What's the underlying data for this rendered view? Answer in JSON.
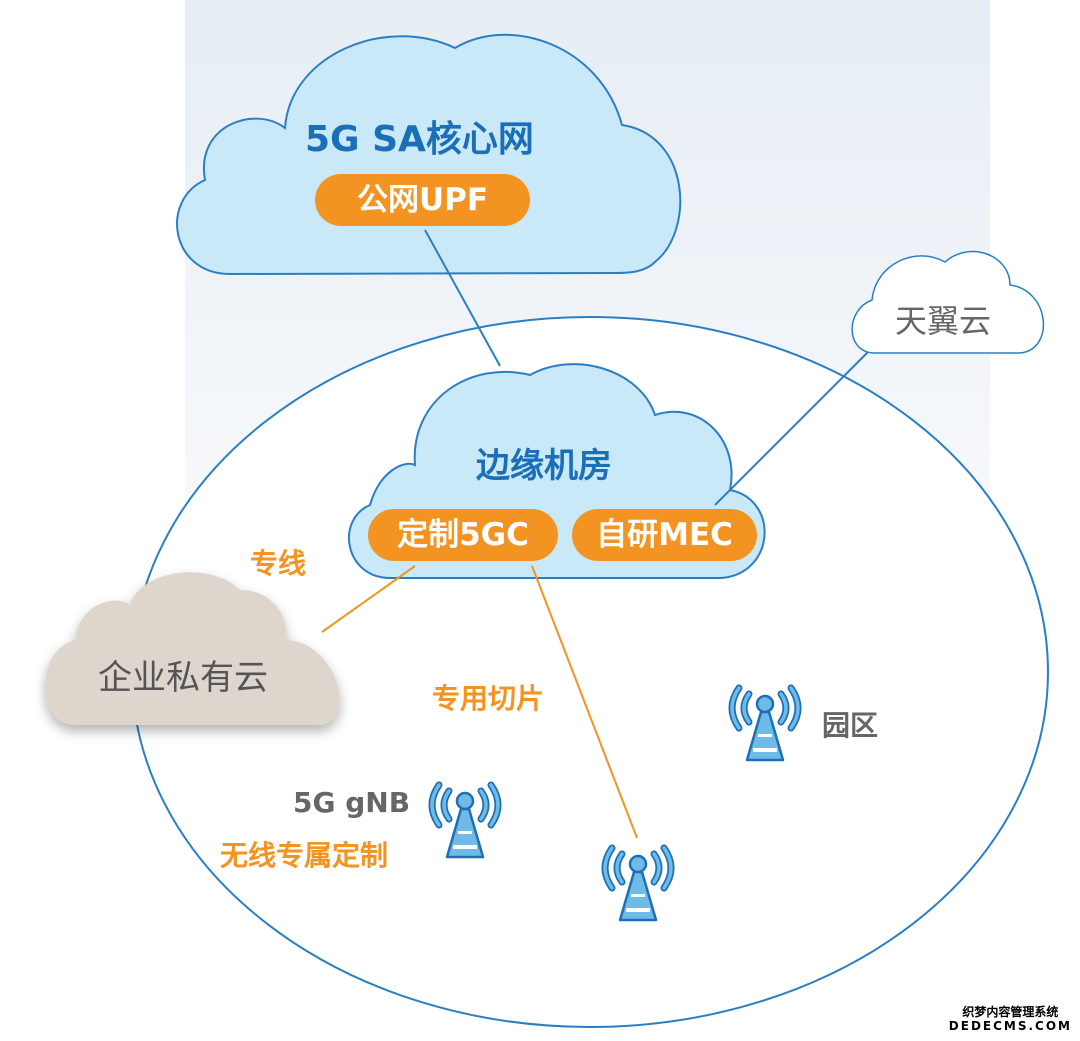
{
  "core_cloud": {
    "title": "5G SA核心网",
    "upf": "公网UPF"
  },
  "edge_cloud": {
    "title": "边缘机房",
    "core5gc": "定制5GC",
    "mec": "自研MEC"
  },
  "tianyi_cloud": {
    "title": "天翼云"
  },
  "enterprise_cloud": {
    "title": "企业私有云"
  },
  "labels": {
    "dedicated_line": "专线",
    "dedicated_slice": "专用切片",
    "park": "园区",
    "gnb": "5G gNB",
    "wireless_custom": "无线专属定制"
  },
  "watermark": {
    "line1": "织梦内容管理系统",
    "line2": "DEDECMS.COM"
  },
  "colors": {
    "blue": "#1b6fb8",
    "orange": "#f39321",
    "cloud_fill": "#c9e8f8",
    "enterprise_fill": "#ded5cc"
  }
}
